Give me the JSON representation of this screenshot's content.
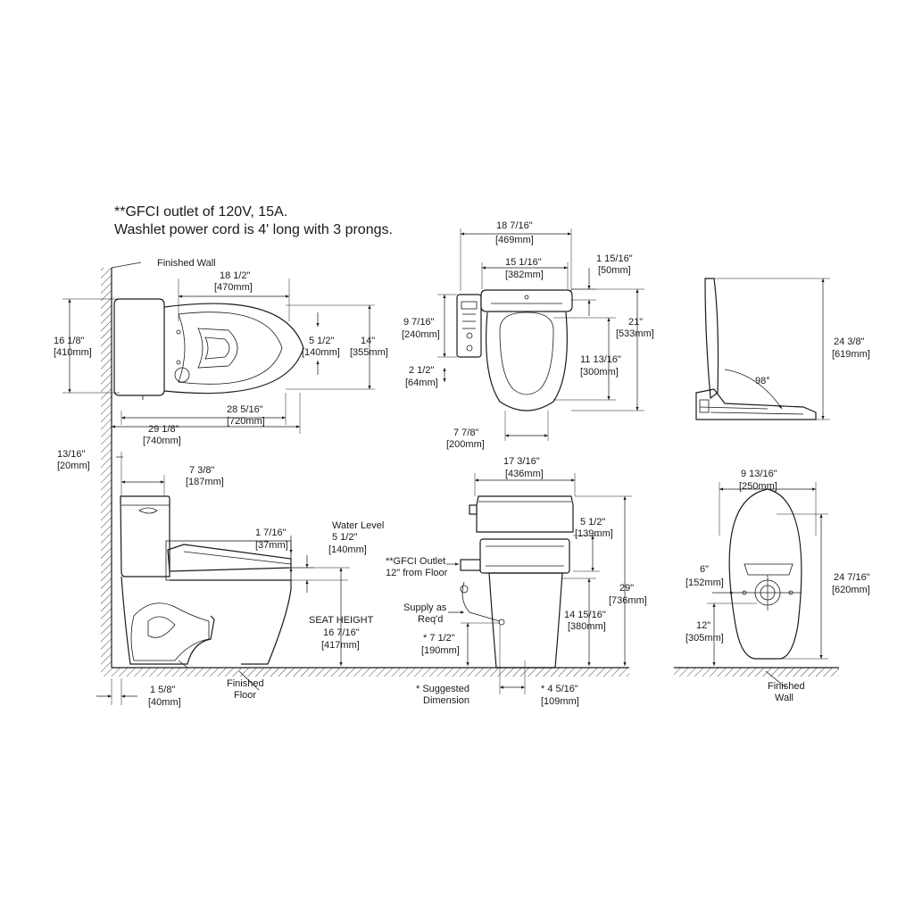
{
  "notes": {
    "line1": "**GFCI outlet of 120V, 15A.",
    "line2": "Washlet power cord is 4' long with 3 prongs."
  },
  "labels": {
    "finished_wall_top": "Finished Wall",
    "finished_floor_1": "Finished",
    "finished_floor_2": "Floor",
    "water_level_1": "Water Level",
    "seat_height": "SEAT HEIGHT",
    "gfci_outlet_1": "**GFCI Outlet",
    "gfci_outlet_2": "12\" from Floor",
    "supply_1": "Supply as",
    "supply_2": "Req'd",
    "suggested_1": "* Suggested",
    "suggested_2": "Dimension",
    "finished_wall_bottom_1": "Finished",
    "finished_wall_bottom_2": "Wall",
    "angle": "98°"
  },
  "dims": {
    "d1_in": "18 1/2\"",
    "d1_mm": "[470mm]",
    "d2_in": "16 1/8\"",
    "d2_mm": "[410mm]",
    "d3_in": "5 1/2\"",
    "d3_mm": "[140mm]",
    "d4_in": "14\"",
    "d4_mm": "[355mm]",
    "d5_in": "28 5/16\"",
    "d5_mm": "[720mm]",
    "d6_in": "29 1/8\"",
    "d6_mm": "[740mm]",
    "d7_in": "18 7/16\"",
    "d7_mm": "[469mm]",
    "d8_in": "15 1/16\"",
    "d8_mm": "[382mm]",
    "d9_in": "1 15/16\"",
    "d9_mm": "[50mm]",
    "d10_in": "9 7/16\"",
    "d10_mm": "[240mm]",
    "d11_in": "21\"",
    "d11_mm": "[533mm]",
    "d12_in": "11 13/16\"",
    "d12_mm": "[300mm]",
    "d13_in": "2 1/2\"",
    "d13_mm": "[64mm]",
    "d14_in": "7 7/8\"",
    "d14_mm": "[200mm]",
    "d15_in": "24 3/8\"",
    "d15_mm": "[619mm]",
    "d16_in": "13/16\"",
    "d16_mm": "[20mm]",
    "d17_in": "7 3/8\"",
    "d17_mm": "[187mm]",
    "d18_in": "1 7/16\"",
    "d18_mm": "[37mm]",
    "d19_in": "5 1/2\"",
    "d19_mm": "[140mm]",
    "d20_in": "16 7/16\"",
    "d20_mm": "[417mm]",
    "d21_in": "1 5/8\"",
    "d21_mm": "[40mm]",
    "d22_in": "17 3/16\"",
    "d22_mm": "[436mm]",
    "d23_in": "5 1/2\"",
    "d23_mm": "[139mm]",
    "d24_in": "29\"",
    "d24_mm": "[736mm]",
    "d25_in": "14 15/16\"",
    "d25_mm": "[380mm]",
    "d26_in": "* 7 1/2\"",
    "d26_mm": "[190mm]",
    "d27_in": "* 4 5/16\"",
    "d27_mm": "[109mm]",
    "d28_in": "9 13/16\"",
    "d28_mm": "[250mm]",
    "d29_in": "6\"",
    "d29_mm": "[152mm]",
    "d30_in": "24 7/16\"",
    "d30_mm": "[620mm]",
    "d31_in": "12\"",
    "d31_mm": "[305mm]"
  }
}
